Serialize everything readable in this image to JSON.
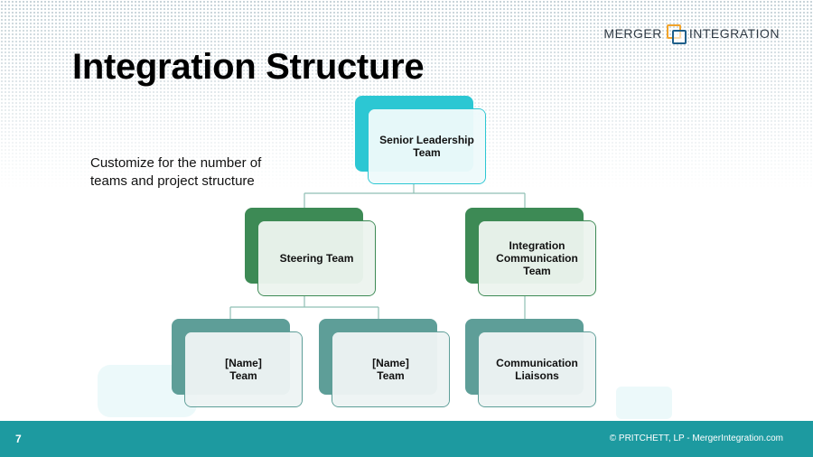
{
  "logo": {
    "left": "MERGER",
    "right": "INTEGRATION"
  },
  "title": "Integration Structure",
  "note": "Customize for the number of teams and project structure",
  "nodes": {
    "senior": "Senior Leadership Team",
    "steering": "Steering Team",
    "comm": "Integration Communication Team",
    "name1": "[Name] Team",
    "name2": "[Name] Team",
    "liaisons": "Communication Liaisons"
  },
  "footer": {
    "page": "7",
    "copyright": "© PRITCHETT, LP  -  MergerIntegration.com"
  },
  "colors": {
    "cyan": "#2cc7d3",
    "green": "#3d8a55",
    "teal": "#5e9e98",
    "footer": "#1d9aa0"
  }
}
